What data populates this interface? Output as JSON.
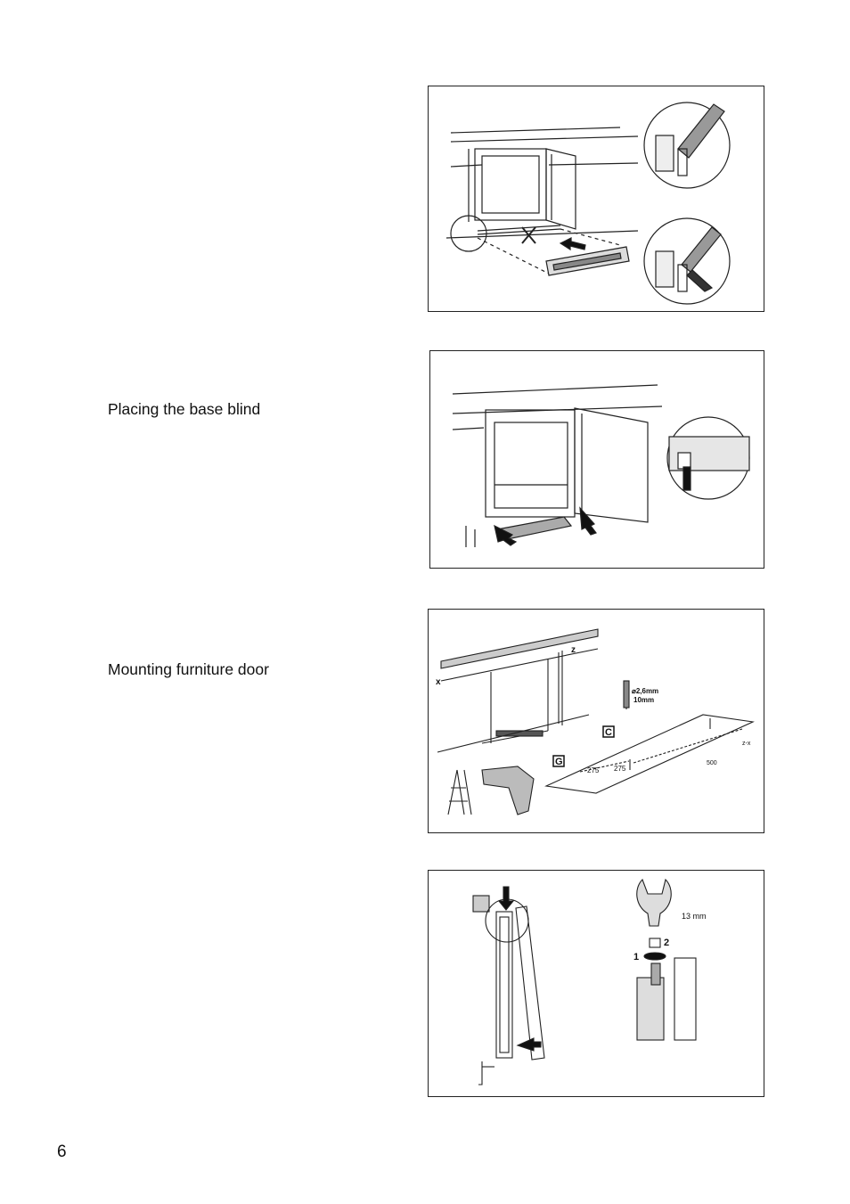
{
  "captions": {
    "base_blind": "Placing the base blind",
    "furniture_door": "Mounting furniture door"
  },
  "figure3": {
    "screw_spec_diameter": "⌀2,6mm",
    "screw_spec_length": "10mm",
    "label_c": "C",
    "label_g": "G",
    "dim_275_a": "275",
    "dim_275_b": "275",
    "dim_500": "500",
    "dim_zx": "z-x",
    "label_x": "x",
    "label_z": "z"
  },
  "figure4": {
    "wrench_size": "13 mm",
    "step_1": "1",
    "step_2": "2"
  },
  "page_number": "6"
}
